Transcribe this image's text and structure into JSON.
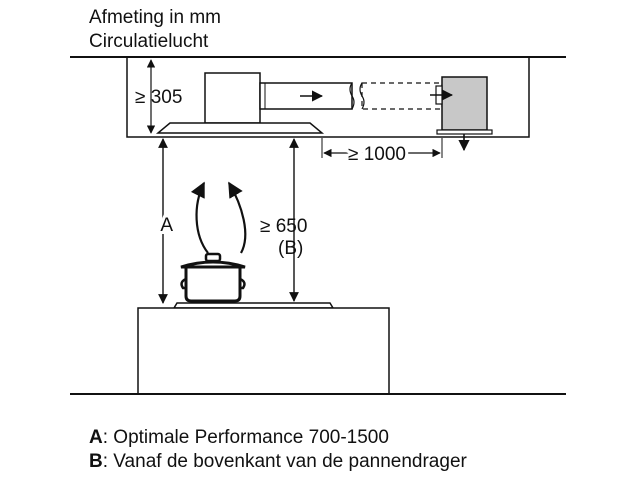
{
  "header": {
    "line1": "Afmeting in mm",
    "line2": "Circulatielucht"
  },
  "dimensions": {
    "ceiling_gap": "≥ 305",
    "duct_distance": "≥ 1000",
    "height_label": "A",
    "min_height": "≥ 650",
    "min_height_ref": "(B)"
  },
  "legend": [
    {
      "key": "A",
      "text": ": Optimale Performance 700-1500"
    },
    {
      "key": "B",
      "text": ": Vanaf de bovenkant van de pannendrager"
    }
  ],
  "colors": {
    "line": "#111111",
    "module_fill": "#c8c8c8",
    "hood_fill": "#ffffff"
  }
}
